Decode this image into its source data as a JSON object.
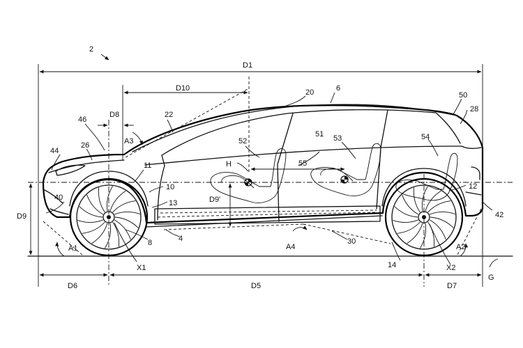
{
  "figure_number": "2",
  "labels": {
    "D1": "D1",
    "D10": "D10",
    "D8": "D8",
    "D9": "D9",
    "D9p": "D9'",
    "D5": "D5",
    "D6": "D6",
    "D7": "D7",
    "A1": "A1",
    "A2": "A2",
    "A3": "A3",
    "A4": "A4",
    "X1": "X1",
    "X2": "X2",
    "H": "H",
    "G": "G",
    "n2": "2",
    "n4": "4",
    "n6": "6",
    "n8": "8",
    "n10": "10",
    "n11": "11",
    "n12": "12",
    "n13": "13",
    "n14": "14",
    "n20": "20",
    "n22": "22",
    "n26": "26",
    "n28": "28",
    "n30": "30",
    "n40": "40",
    "n42": "42",
    "n44": "44",
    "n46": "46",
    "n50": "50",
    "n51": "51",
    "n52": "52",
    "n53": "53",
    "n54": "54",
    "n55": "55"
  }
}
